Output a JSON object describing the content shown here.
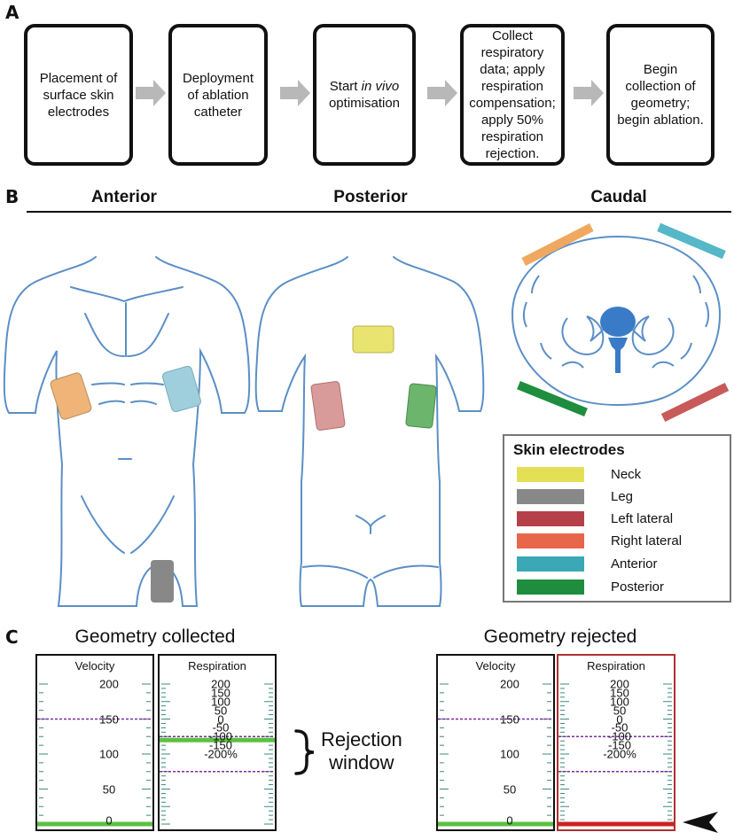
{
  "panels": {
    "a": "A",
    "b": "B",
    "c": "C"
  },
  "workflow": {
    "steps": [
      {
        "lines": [
          "Placement of",
          "surface skin",
          "electrodes"
        ]
      },
      {
        "lines": [
          "Deployment",
          "of ablation",
          "catheter"
        ]
      },
      {
        "pre": "Start ",
        "em": "in vivo",
        "post": "optimisation"
      },
      {
        "lines": [
          "Collect",
          "respiratory",
          "data; apply",
          "respiration",
          "compensation;",
          "apply 50%",
          "respiration",
          "rejection."
        ]
      },
      {
        "lines": [
          "Begin",
          "collection of",
          "geometry;",
          "begin ablation."
        ]
      }
    ]
  },
  "views": {
    "anterior": "Anterior",
    "posterior": "Posterior",
    "caudal": "Caudal"
  },
  "legend": {
    "title": "Skin electrodes",
    "items": [
      {
        "label": "Neck",
        "color": "#e4e055"
      },
      {
        "label": "Leg",
        "color": "#888888"
      },
      {
        "label": "Left lateral",
        "color": "#b5404a"
      },
      {
        "label": "Right lateral",
        "color": "#e8664a"
      },
      {
        "label": "Anterior",
        "color": "#3aa8b5"
      },
      {
        "label": "Posterior",
        "color": "#1e8e3e"
      }
    ]
  },
  "colors": {
    "body_outline": "#5b8fc6",
    "neck_electrode": "#e4e055",
    "leg_electrode": "#888888",
    "left_lateral": "#b5404a",
    "right_lateral": "#e8664a",
    "anterior": "#3aa8b5",
    "posterior": "#1e8e3e",
    "dashed_limit": "#7a2c9e",
    "signal_green": "#5cc040",
    "signal_red": "#cc2222"
  },
  "gauges": {
    "collected": {
      "title": "Geometry collected",
      "velocity": {
        "label": "Velocity",
        "ticks": [
          "200",
          "150",
          "100",
          "50",
          "0"
        ],
        "dashed_value": 150,
        "signal_value": 0
      },
      "respiration": {
        "label": "Respiration",
        "ticks": [
          "200",
          "150",
          "100",
          "50",
          "0",
          "-50",
          "-100",
          "-150",
          "-200%"
        ],
        "dashed_values": [
          50,
          -50
        ],
        "signal_value": 40
      }
    },
    "rejected": {
      "title": "Geometry rejected",
      "velocity": {
        "label": "Velocity",
        "ticks": [
          "200",
          "150",
          "100",
          "50",
          "0"
        ],
        "dashed_value": 150,
        "signal_value": 0
      },
      "respiration": {
        "label": "Respiration",
        "ticks": [
          "200",
          "150",
          "100",
          "50",
          "0",
          "-50",
          "-100",
          "-150",
          "-200%"
        ],
        "dashed_values": [
          50,
          -50
        ],
        "signal_value": -200
      }
    }
  },
  "rejection_window": {
    "line1": "Rejection",
    "line2": "window"
  }
}
